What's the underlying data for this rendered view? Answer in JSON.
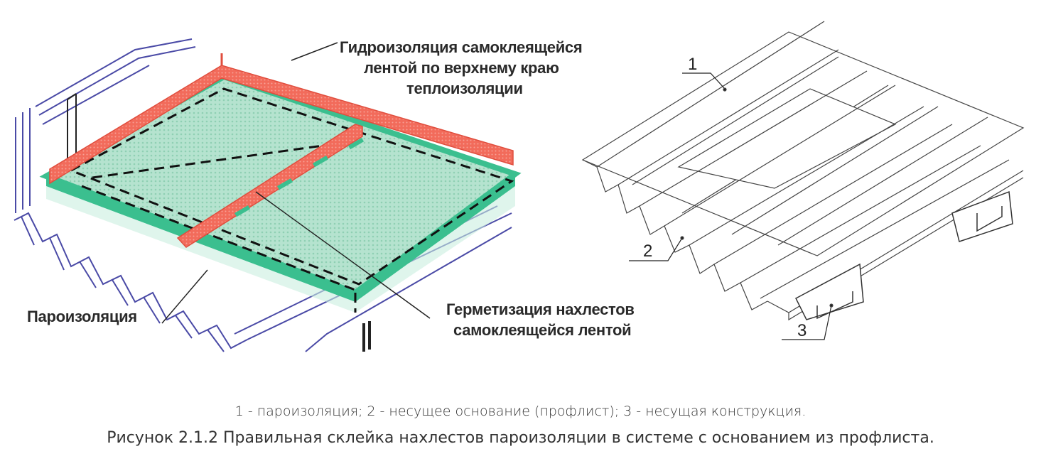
{
  "left_drawing": {
    "label_waterproofing": [
      "Гидроизоляция самоклеящейся",
      "лентой по верхнему краю",
      "теплоизоляции"
    ],
    "label_vapor_barrier": "Пароизоляция",
    "label_sealing": [
      "Герметизация нахлестов",
      "самоклеящейся лентой"
    ],
    "colors": {
      "tape": "#f26b5b",
      "membrane": "#a8dcc5",
      "membrane_edge": "#3bbf8f",
      "deck": "#4a4aa6"
    }
  },
  "right_drawing": {
    "callouts": [
      "1",
      "2",
      "3"
    ]
  },
  "caption": {
    "legend": "1 - пароизоляция; 2 - несущее основание (профлист); 3 - несущая конструкция.",
    "title": "Рисунок 2.1.2 Правильная склейка нахлестов пароизоляции в системе с основанием из профлиста."
  }
}
